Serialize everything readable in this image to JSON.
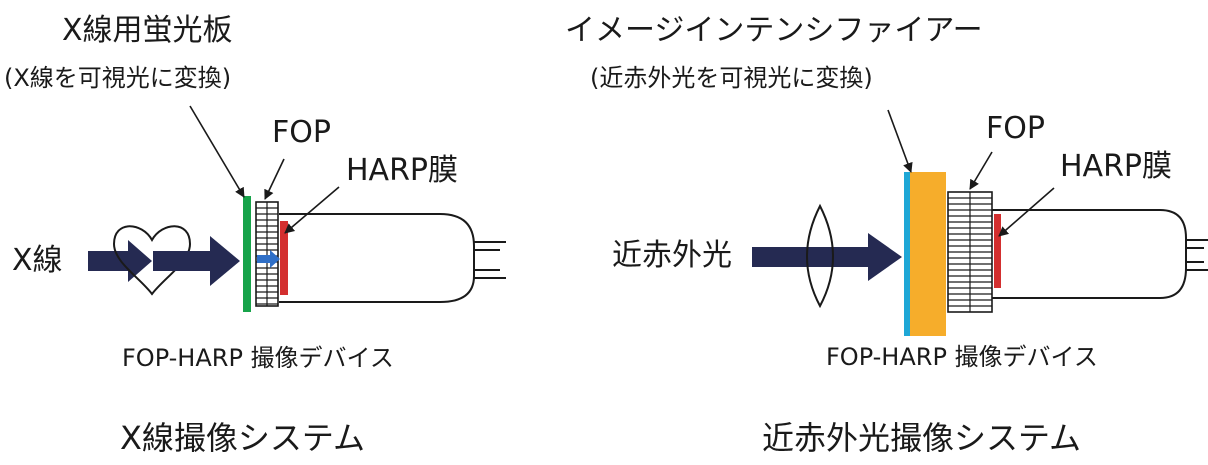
{
  "left": {
    "screen_title": "X線用蛍光板",
    "screen_subtitle": "(X線を可視光に変換)",
    "fop_label": "FOP",
    "harp_label": "HARP膜",
    "source_label": "X線",
    "device_label": "FOP-HARP 撮像デバイス",
    "system_title": "X線撮像システム"
  },
  "right": {
    "intensifier_title": "イメージインテンシファイアー",
    "intensifier_subtitle": "(近赤外光を可視光に変換)",
    "fop_label": "FOP",
    "harp_label": "HARP膜",
    "source_label": "近赤外光",
    "device_label": "FOP-HARP 撮像デバイス",
    "system_title": "近赤外光撮像システム"
  },
  "colors": {
    "arrow": "#252a52",
    "phosphor_screen": "#17a34a",
    "harp_film": "#d32f2f",
    "intensifier_body": "#f6ad2b",
    "intensifier_window": "#1ea7d6",
    "small_arrow": "#2f6fc7"
  }
}
